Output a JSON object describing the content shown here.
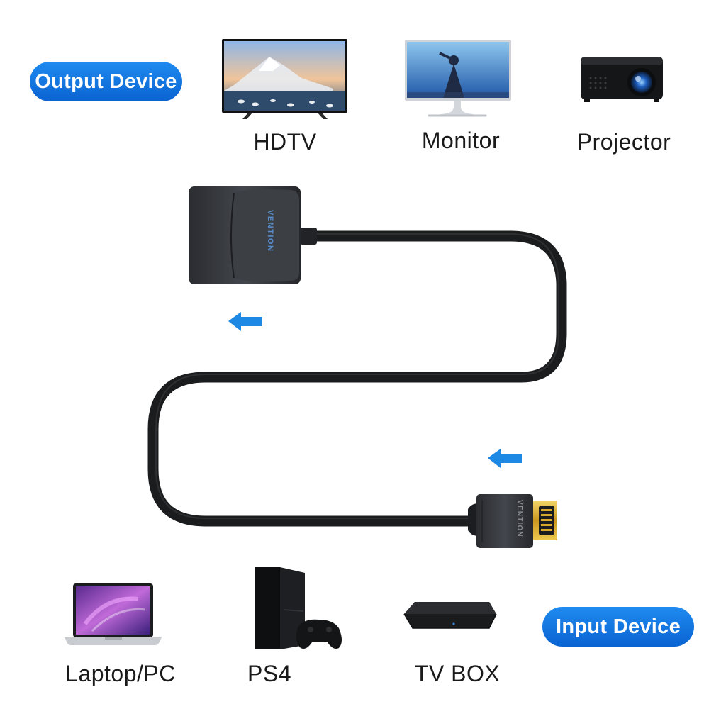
{
  "output": {
    "title": "Output Device",
    "devices": [
      {
        "label": "HDTV",
        "icon": "hdtv-icon"
      },
      {
        "label": "Monitor",
        "icon": "monitor-icon"
      },
      {
        "label": "Projector",
        "icon": "projector-icon"
      }
    ]
  },
  "input": {
    "title": "Input Device",
    "devices": [
      {
        "label": "Laptop/PC",
        "icon": "laptop-icon"
      },
      {
        "label": "PS4",
        "icon": "ps4-icon"
      },
      {
        "label": "TV BOX",
        "icon": "tv-box-icon"
      }
    ]
  },
  "brand": "VENTION",
  "colors": {
    "accent": "#0a63d1",
    "arrow": "#1e88e5",
    "cable": "#1b1c1e",
    "connector": "#2b2d31",
    "gold": "#d8a92a"
  }
}
